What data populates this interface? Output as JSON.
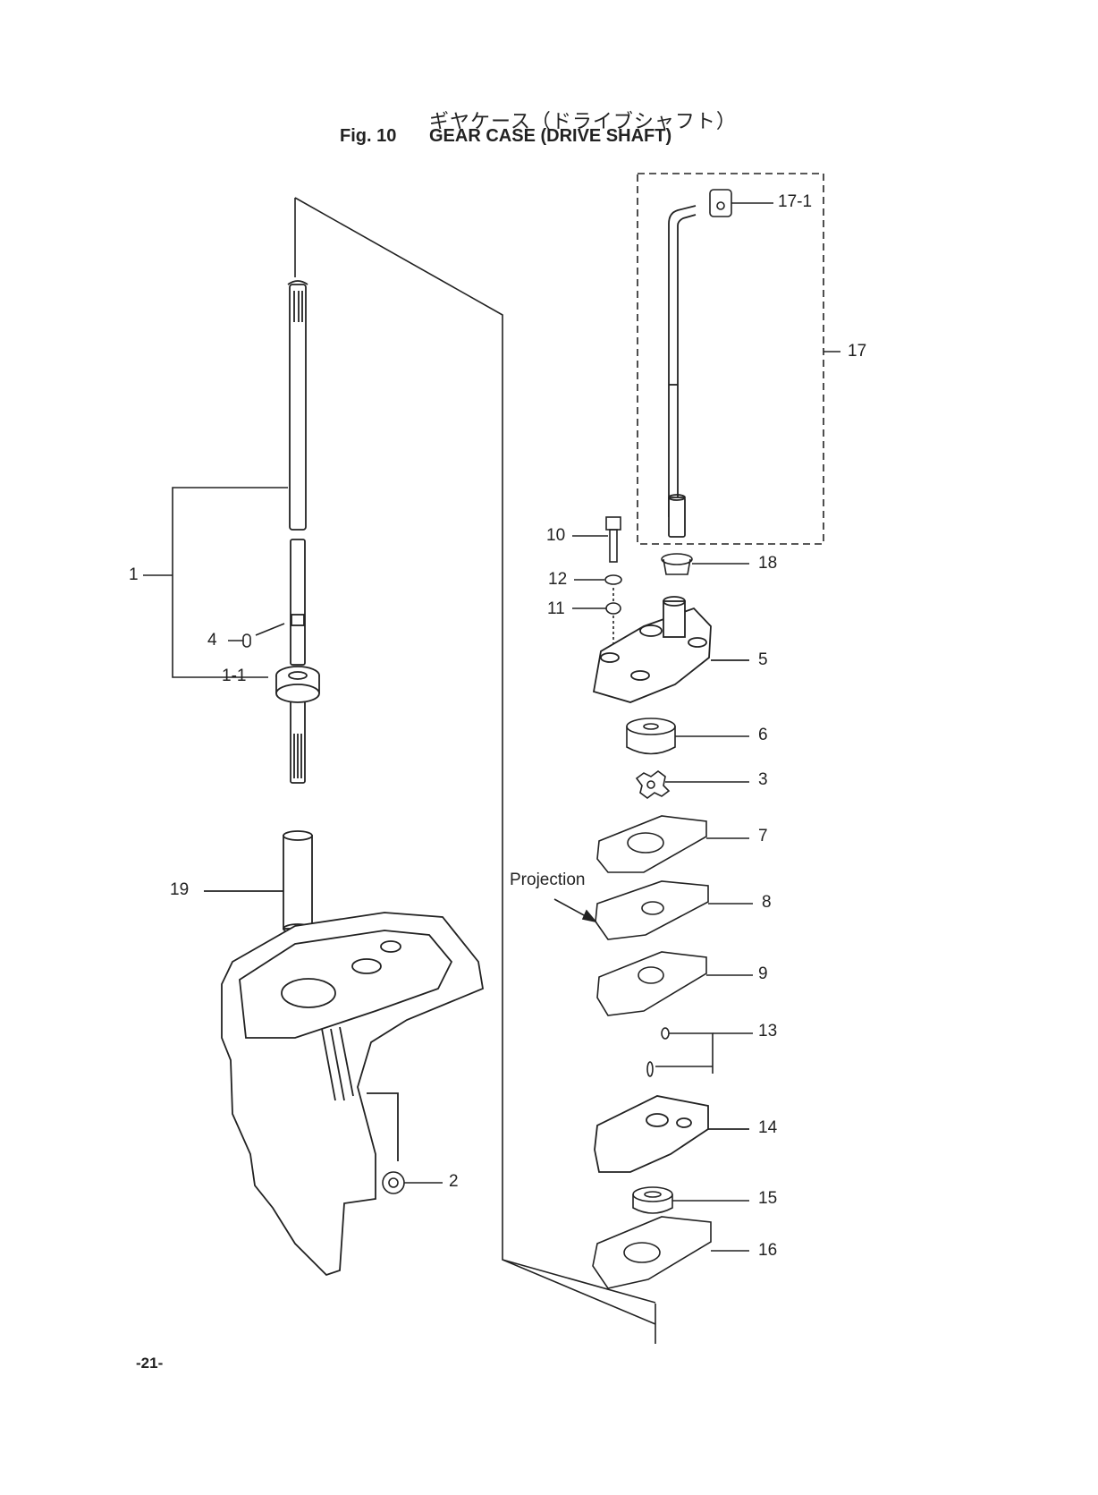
{
  "header": {
    "title_jp": "ギヤケース（ドライブシャフト）",
    "fig_label": "Fig. 10",
    "title_en": "GEAR CASE (DRIVE SHAFT)"
  },
  "callouts": {
    "c17_1": "17-1",
    "c17": "17",
    "c1": "1",
    "c4": "4",
    "c1_1": "1-1",
    "c10": "10",
    "c12": "12",
    "c11": "11",
    "c18": "18",
    "c5": "5",
    "c6": "6",
    "c3": "3",
    "c7": "7",
    "c19": "19",
    "c8": "8",
    "c9": "9",
    "c13": "13",
    "c14": "14",
    "c2": "2",
    "c15": "15",
    "c16": "16"
  },
  "annotations": {
    "projection": "Projection"
  },
  "footer": {
    "page_number": "-21-"
  }
}
